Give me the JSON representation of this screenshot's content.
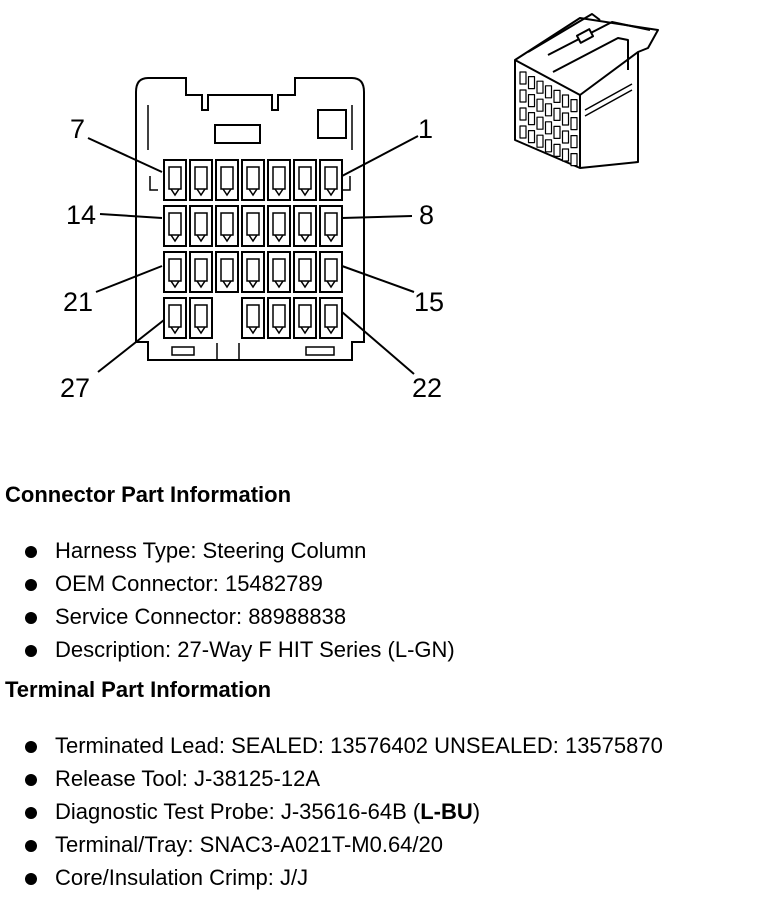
{
  "pin_labels": {
    "p7": "7",
    "p1": "1",
    "p14": "14",
    "p8": "8",
    "p21": "21",
    "p15": "15",
    "p27": "27",
    "p22": "22"
  },
  "connector_info": {
    "heading": "Connector Part Information",
    "items": [
      "Harness Type: Steering Column",
      "OEM Connector: 15482789",
      "Service Connector: 88988838",
      "Description: 27-Way F HIT Series (L-GN)"
    ]
  },
  "terminal_info": {
    "heading": "Terminal Part Information",
    "items": [
      "Terminated Lead: SEALED: 13576402 UNSEALED: 13575870",
      "Release Tool: J-38125-12A",
      "Core/Insulation Crimp: J/J"
    ],
    "probe": {
      "prefix": "Diagnostic Test Probe: J-35616-64B (",
      "bold": "L-BU",
      "suffix": ")"
    },
    "tray": "Terminal/Tray: SNAC3-A021T-M0.64/20"
  }
}
